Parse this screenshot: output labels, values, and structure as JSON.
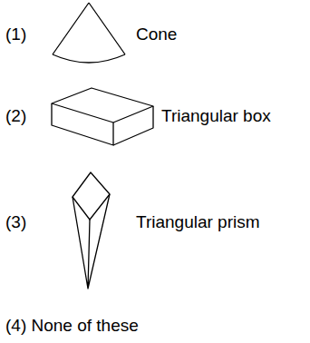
{
  "diagram": {
    "labels": [
      "(1)",
      "Cone",
      "(2)",
      "Triangular box",
      "(3)",
      "Triangular prism",
      "(4) None of these"
    ]
  }
}
